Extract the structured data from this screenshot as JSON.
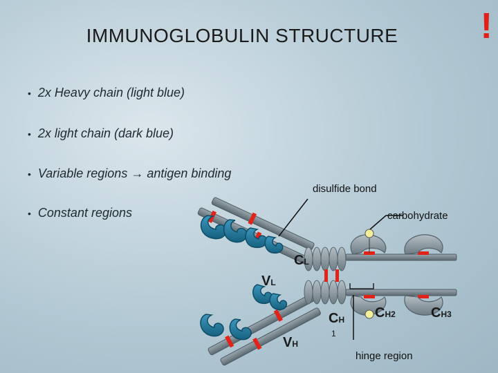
{
  "slide": {
    "title": "IMMUNOGLOBULIN STRUCTURE",
    "alert_mark": "!",
    "bullets": [
      "2x Heavy chain (light blue)",
      "2x light chain (dark blue)",
      "Variable regions → antigen binding",
      "Constant regions"
    ],
    "bullet_glyph": "•"
  },
  "diagram": {
    "labels": {
      "disulfide_bond": "disulfide bond",
      "carbohydrate": "carbohydrate",
      "hinge_region": "hinge region",
      "cl_main": "C",
      "cl_sub": "L",
      "vl_main": "V",
      "vl_sub": "L",
      "vh_main": "V",
      "vh_sub": "H",
      "ch1_main": "C",
      "ch1_sub": "H",
      "ch1_num": "1",
      "ch2_main": "C",
      "ch2_sub": "H2",
      "ch3_main": "C",
      "ch3_sub": "H3"
    },
    "colors": {
      "light_blue_domain": "#2a7fa3",
      "gray_domain": "#8d9aa2",
      "disulfide": "#e2231a",
      "carbohydrate": "#f3ef9a",
      "alert": "#e0211a"
    }
  }
}
